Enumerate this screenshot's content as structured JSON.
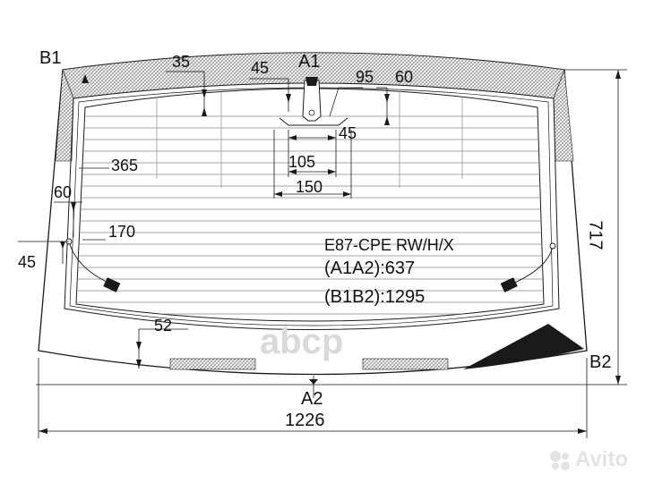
{
  "labels": {
    "b1": "B1",
    "a1": "A1",
    "b2": "B2",
    "a2": "A2",
    "d35": "35",
    "d45_top": "45",
    "d95": "95",
    "d60_top": "60",
    "d45_mid": "45",
    "d105": "105",
    "d150": "150",
    "d365": "365",
    "d60_left": "60",
    "d170": "170",
    "d45_left": "45",
    "d52": "52",
    "d717": "717",
    "d1226": "1226"
  },
  "info": {
    "model": "E87-CPE RW/H/X",
    "a1a2": "(A1A2):637",
    "b1b2": "(B1B2):1295"
  },
  "watermark": {
    "brand": "аbcp",
    "marketplace": "Avito"
  },
  "colors": {
    "line": "#1a1a1a",
    "hatch": "#a8a8a8",
    "dark_corner": "#1a1a1a",
    "watermark": "#d9d9d9"
  }
}
